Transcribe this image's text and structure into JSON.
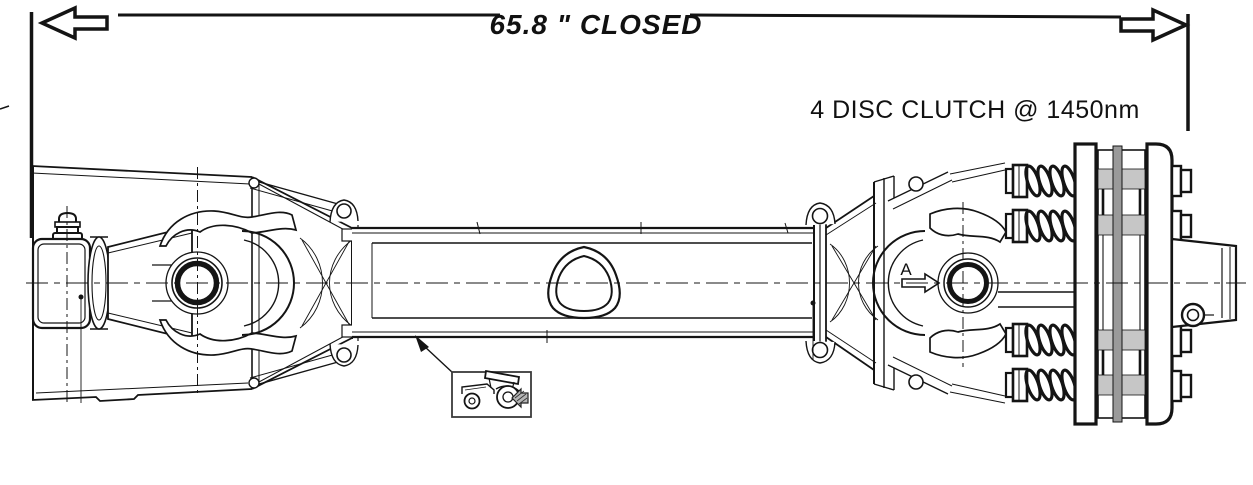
{
  "dimension": {
    "label": "65.8 \" CLOSED",
    "arrow_left_icon": "dimension-arrow-left-icon",
    "arrow_right_icon": "dimension-arrow-right-icon"
  },
  "annotations": {
    "clutch_spec": "4 DISC CLUTCH @ 1450nm",
    "view_marker": "A"
  },
  "symbols": {
    "tube_profile": "triangular-pto-tube-profile-symbol",
    "warning_decal": "tractor-attach-decal",
    "tractor_icon": "tractor-icon",
    "attach_arrow_icon": "attach-direction-left-arrow-icon"
  },
  "colors": {
    "line": "#141414",
    "clutch_center_disc_gray": "#9a9a9a",
    "friction_band_gray": "#c6c6c6",
    "hatch_arrow_gray": "#b5b5b5",
    "background": "#ffffff"
  }
}
